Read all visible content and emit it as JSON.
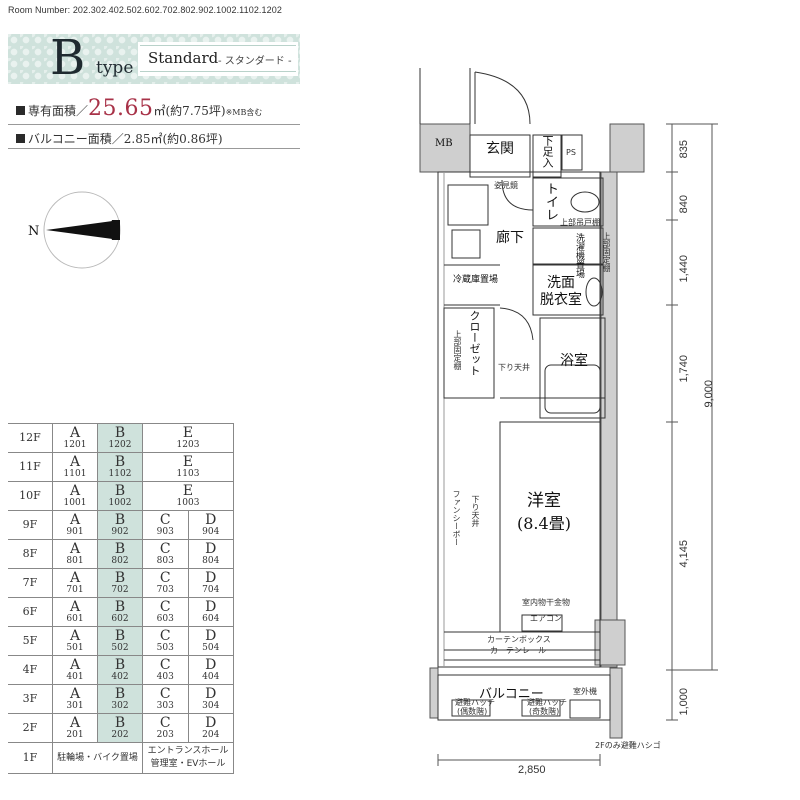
{
  "room_number": "Room Number: 202.302.402.502.602.702.802.902.1002.1102.1202",
  "type": {
    "letter": "B",
    "word": "type",
    "standard": "Standard",
    "standard_sub": "- スタンダード -"
  },
  "area": {
    "exclusive_label": "専有面積／",
    "exclusive_value": "25.65",
    "exclusive_unit": "㎡(約7.75坪)",
    "exclusive_note": "※MB含む",
    "balcony_label": "バルコニー面積／",
    "balcony_value": "2.85㎡(約0.86坪)"
  },
  "compass": {
    "label": "N"
  },
  "floor_table": {
    "rows_upper": [
      {
        "floor": "12F",
        "a": [
          "A",
          "1201"
        ],
        "b": [
          "B",
          "1202"
        ],
        "e": [
          "E",
          "1203"
        ]
      },
      {
        "floor": "11F",
        "a": [
          "A",
          "1101"
        ],
        "b": [
          "B",
          "1102"
        ],
        "e": [
          "E",
          "1103"
        ]
      },
      {
        "floor": "10F",
        "a": [
          "A",
          "1001"
        ],
        "b": [
          "B",
          "1002"
        ],
        "e": [
          "E",
          "1003"
        ]
      }
    ],
    "rows_lower": [
      {
        "floor": "9F",
        "a": [
          "A",
          "901"
        ],
        "b": [
          "B",
          "902"
        ],
        "c": [
          "C",
          "903"
        ],
        "d": [
          "D",
          "904"
        ]
      },
      {
        "floor": "8F",
        "a": [
          "A",
          "801"
        ],
        "b": [
          "B",
          "802"
        ],
        "c": [
          "C",
          "803"
        ],
        "d": [
          "D",
          "804"
        ]
      },
      {
        "floor": "7F",
        "a": [
          "A",
          "701"
        ],
        "b": [
          "B",
          "702"
        ],
        "c": [
          "C",
          "703"
        ],
        "d": [
          "D",
          "704"
        ]
      },
      {
        "floor": "6F",
        "a": [
          "A",
          "601"
        ],
        "b": [
          "B",
          "602"
        ],
        "c": [
          "C",
          "603"
        ],
        "d": [
          "D",
          "604"
        ]
      },
      {
        "floor": "5F",
        "a": [
          "A",
          "501"
        ],
        "b": [
          "B",
          "502"
        ],
        "c": [
          "C",
          "503"
        ],
        "d": [
          "D",
          "504"
        ]
      },
      {
        "floor": "4F",
        "a": [
          "A",
          "401"
        ],
        "b": [
          "B",
          "402"
        ],
        "c": [
          "C",
          "403"
        ],
        "d": [
          "D",
          "404"
        ]
      },
      {
        "floor": "3F",
        "a": [
          "A",
          "301"
        ],
        "b": [
          "B",
          "302"
        ],
        "c": [
          "C",
          "303"
        ],
        "d": [
          "D",
          "304"
        ]
      },
      {
        "floor": "2F",
        "a": [
          "A",
          "201"
        ],
        "b": [
          "B",
          "202"
        ],
        "c": [
          "C",
          "203"
        ],
        "d": [
          "D",
          "204"
        ]
      }
    ],
    "row_1f": {
      "floor": "1F",
      "left": "駐輪場・バイク置場",
      "right_1": "エントランスホール",
      "right_2": "管理室・EVホール"
    }
  },
  "plan": {
    "rooms": {
      "mb": "MB",
      "genkan": "玄関",
      "getabako": "下足入",
      "ps": "PS",
      "toilet": "トイレ",
      "rouka": "廊下",
      "sentakuki": "洗濯機置場",
      "senmen": "洗面",
      "datsui": "脱衣室",
      "reizouko": "冷蔵庫置場",
      "closet": "クローゼット",
      "yokushitsu": "浴室",
      "youshitsu": "洋室",
      "youshitsu_size": "(8.4畳)",
      "balcony": "バルコニー"
    },
    "notes": {
      "anmiken": "姿見鏡",
      "jobu_tsuridana": "上部吊戸棚",
      "jobu_kotei_tana_1": "上部固定棚",
      "jobu_kotei_tana_2": "上部固定棚",
      "sagari_tenjo_1": "下り天井",
      "sagari_tenjo_2": "下り天井",
      "fancy_board": "ファンシーボー",
      "shitsunai_hoshi": "室内物干金物",
      "aircon": "エアコン",
      "curtain_box": "カーテンボックス",
      "curtain_rail": "カーテンレール",
      "shitsugaiki": "室外機",
      "hatch_1a": "避難ハッチ",
      "hatch_1b": "(偶数階)",
      "hatch_2a": "避難ハッチ",
      "hatch_2b": "(奇数階)",
      "ladder_2f": "2Fのみ避難ハシゴ"
    },
    "dims": {
      "d835": "835",
      "d840": "840",
      "d1440": "1,440",
      "d1740": "1,740",
      "d4145": "4,145",
      "d1000": "1,000",
      "d9000": "9,000",
      "d2850": "2,850"
    }
  }
}
